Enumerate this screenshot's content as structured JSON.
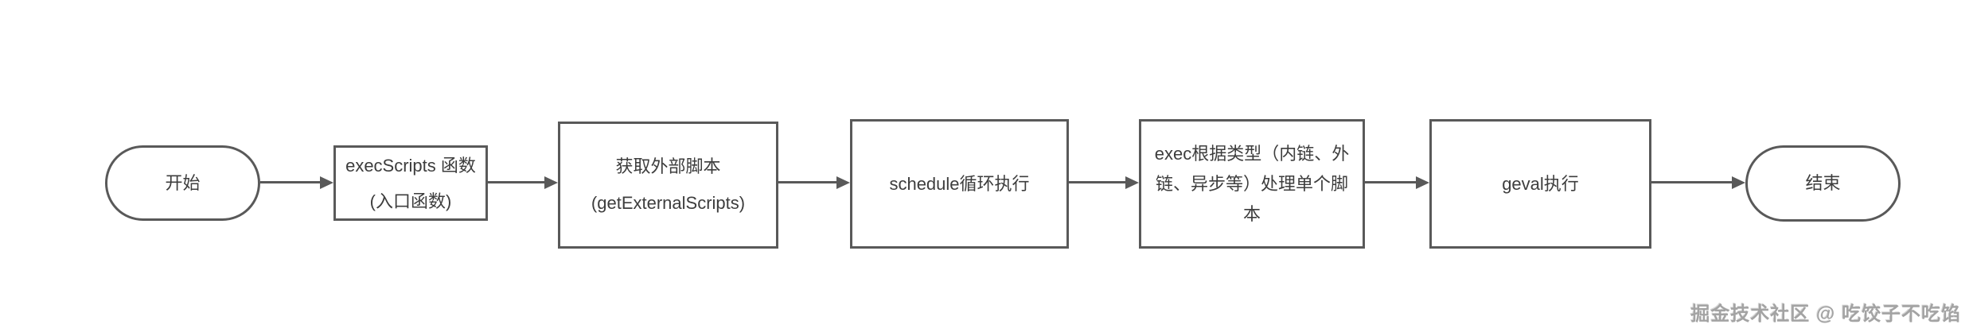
{
  "flowchart": {
    "nodes": [
      {
        "id": "start",
        "shape": "terminator",
        "label": "开始"
      },
      {
        "id": "execScripts",
        "shape": "process",
        "label": "execScripts 函数 (入口函数)",
        "lines": [
          "execScripts 函数",
          "(入口函数)"
        ]
      },
      {
        "id": "getExternalScripts",
        "shape": "process",
        "label": "获取外部脚本 (getExternalScripts)",
        "lines": [
          "获取外部脚本",
          "(getExternalScripts)"
        ]
      },
      {
        "id": "schedule",
        "shape": "process",
        "label": "schedule循环执行"
      },
      {
        "id": "exec",
        "shape": "process",
        "label": "exec根据类型（内链、外链、异步等）处理单个脚本",
        "lines": [
          "exec根据类型（内链、外",
          "链、异步等）处理单个脚",
          "本"
        ]
      },
      {
        "id": "geval",
        "shape": "process",
        "label": "geval执行"
      },
      {
        "id": "end",
        "shape": "terminator",
        "label": "结束"
      }
    ],
    "edges": [
      {
        "from": "start",
        "to": "execScripts"
      },
      {
        "from": "execScripts",
        "to": "getExternalScripts"
      },
      {
        "from": "getExternalScripts",
        "to": "schedule"
      },
      {
        "from": "schedule",
        "to": "exec"
      },
      {
        "from": "exec",
        "to": "geval"
      },
      {
        "from": "geval",
        "to": "end"
      }
    ]
  },
  "watermark": {
    "text": "掘金技术社区 @ 吃饺子不吃馅"
  },
  "colors": {
    "node_border": "#595959",
    "node_text": "#3d3d3d",
    "arrow": "#595959",
    "background": "#ffffff",
    "watermark_text": "#a3a3a3"
  }
}
